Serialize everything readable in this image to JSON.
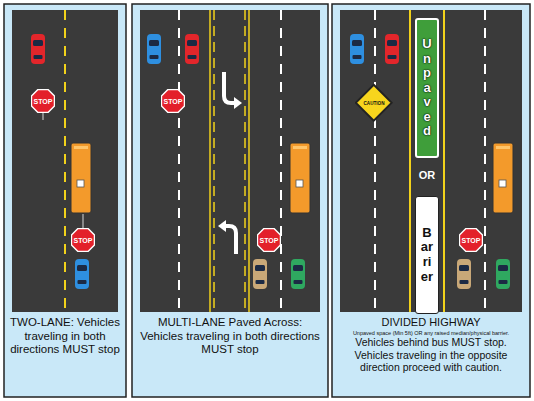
{
  "diagram": {
    "nodes": [
      {
        "text": [
          "TWO-LANE: Vehicles traveling in both directions MUST stop"
        ]
      },
      {
        "text": [
          "STOP"
        ],
        "in": 0
      },
      {
        "text": [
          "STOP"
        ],
        "in": 0
      },
      {
        "text": [
          "MULTI-LANE Paved Across: Vehicles traveling in both directions MUST stop"
        ]
      },
      {
        "text": [
          "STOP"
        ],
        "in": 3
      },
      {
        "text": [
          "STOP"
        ],
        "in": 3
      },
      {
        "text": [
          "DIVIDED HIGHWAY",
          "Unpaved space (Min 5ft) OR any raised median/physical barrier.",
          "Vehicles behind bus MUST stop. Vehicles traveling in the opposite direction proceed with caution."
        ]
      },
      {
        "text": [
          "CAUTION"
        ],
        "in": 6
      },
      {
        "text": [
          "Unpaved"
        ],
        "in": 6
      },
      {
        "text": [
          "Barrier"
        ],
        "in": 6
      },
      {
        "text": [
          "STOP"
        ],
        "in": 6
      }
    ],
    "labels": [
      "OR"
    ]
  }
}
